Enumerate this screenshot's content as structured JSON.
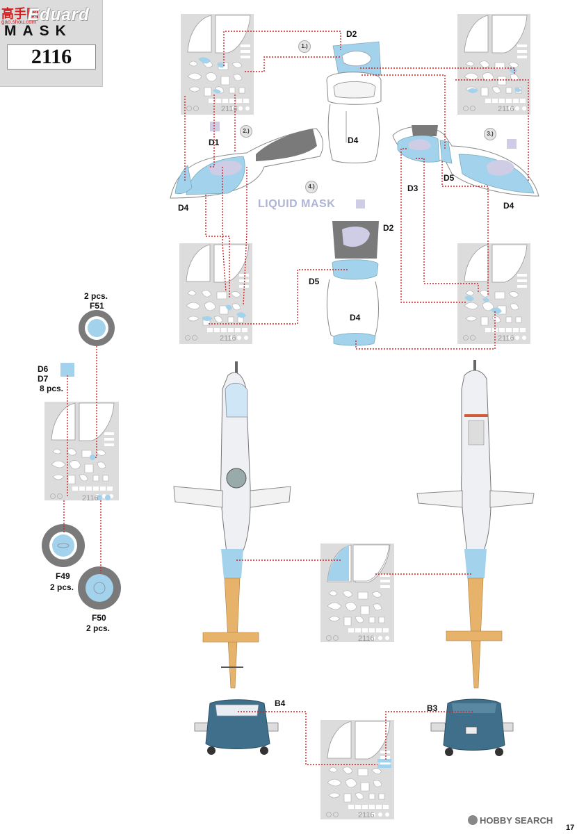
{
  "header": {
    "site_logo": "高手网",
    "site_url": "gao.shou.com",
    "brand": "Eduard",
    "product_line": "MASK",
    "product_code": "2116"
  },
  "sheet_code": "2116",
  "parts": {
    "d1": "D1",
    "d2_top": "D2",
    "d2_mid": "D2",
    "d3": "D3",
    "d4_left": "D4",
    "d4_center_top": "D4",
    "d4_right": "D4",
    "d4_center_bottom": "D4",
    "d5_right": "D5",
    "d5_center": "D5",
    "d6": "D6",
    "d7": "D7",
    "d6d7_qty": "8 pcs.",
    "f51": "F51",
    "f51_qty": "2 pcs.",
    "f49": "F49",
    "f49_qty": "2 pcs.",
    "f50": "F50",
    "f50_qty": "2 pcs.",
    "b4": "B4",
    "b3": "B3"
  },
  "steps": {
    "s1": "1.)",
    "s2": "2.)",
    "s3": "3.)",
    "s4": "4.)"
  },
  "liquid_mask_label": "LIQUID MASK",
  "footer": {
    "watermark": "HOBBY SEARCH",
    "page_number": "17"
  },
  "colors": {
    "mask_blue": "#a3d2ec",
    "liquid_mask": "#cfcde6",
    "sheet_gray": "#dcdcdc",
    "leader_red": "#cc2222",
    "canopy_frame": "#7a7a7a",
    "tail_orange": "#e7b36a"
  }
}
